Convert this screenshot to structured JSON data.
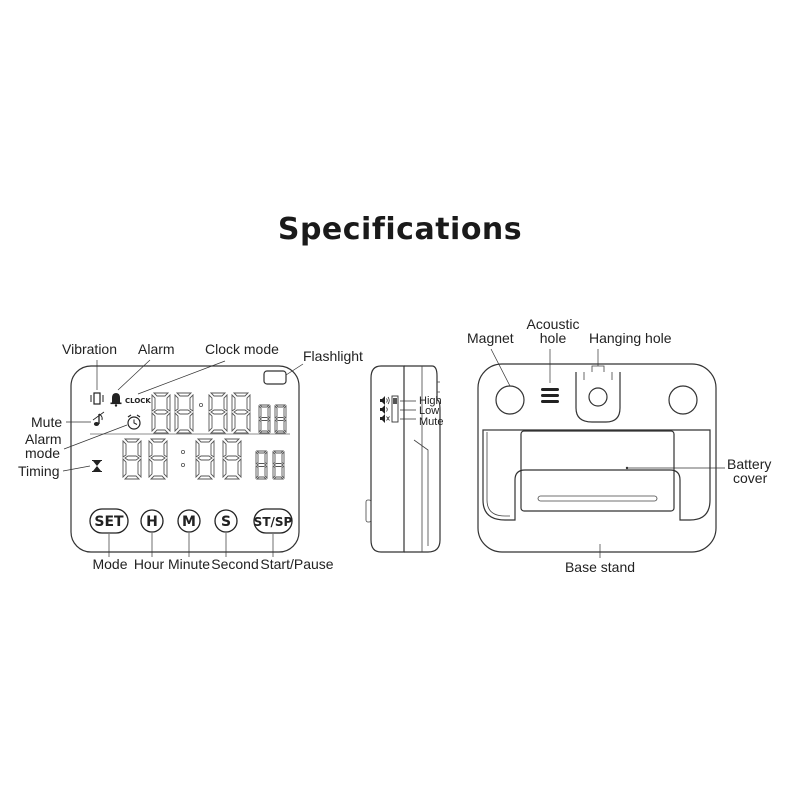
{
  "title": "Specifications",
  "front_view": {
    "callouts": {
      "vibration": "Vibration",
      "alarm": "Alarm",
      "clock_mode": "Clock mode",
      "flashlight": "Flashlight",
      "mute": "Mute",
      "alarm_mode_line1": "Alarm",
      "alarm_mode_line2": "mode",
      "timing": "Timing"
    },
    "lcd_clock_label": "CLOCK",
    "buttons": {
      "set": "SET",
      "hour": "H",
      "minute": "M",
      "second": "S",
      "start_pause": "ST/SP"
    },
    "button_captions": {
      "mode": "Mode",
      "hour": "Hour",
      "minute": "Minute",
      "second": "Second",
      "start_pause": "Start/Pause"
    }
  },
  "side_view": {
    "volume_levels": {
      "high": "High",
      "low": "Low",
      "mute": "Mute"
    }
  },
  "back_view": {
    "callouts": {
      "magnet": "Magnet",
      "acoustic_line1": "Acoustic",
      "acoustic_line2": "hole",
      "hanging_hole": "Hanging hole",
      "battery_line1": "Battery",
      "battery_line2": "cover",
      "base_stand": "Base stand"
    }
  }
}
